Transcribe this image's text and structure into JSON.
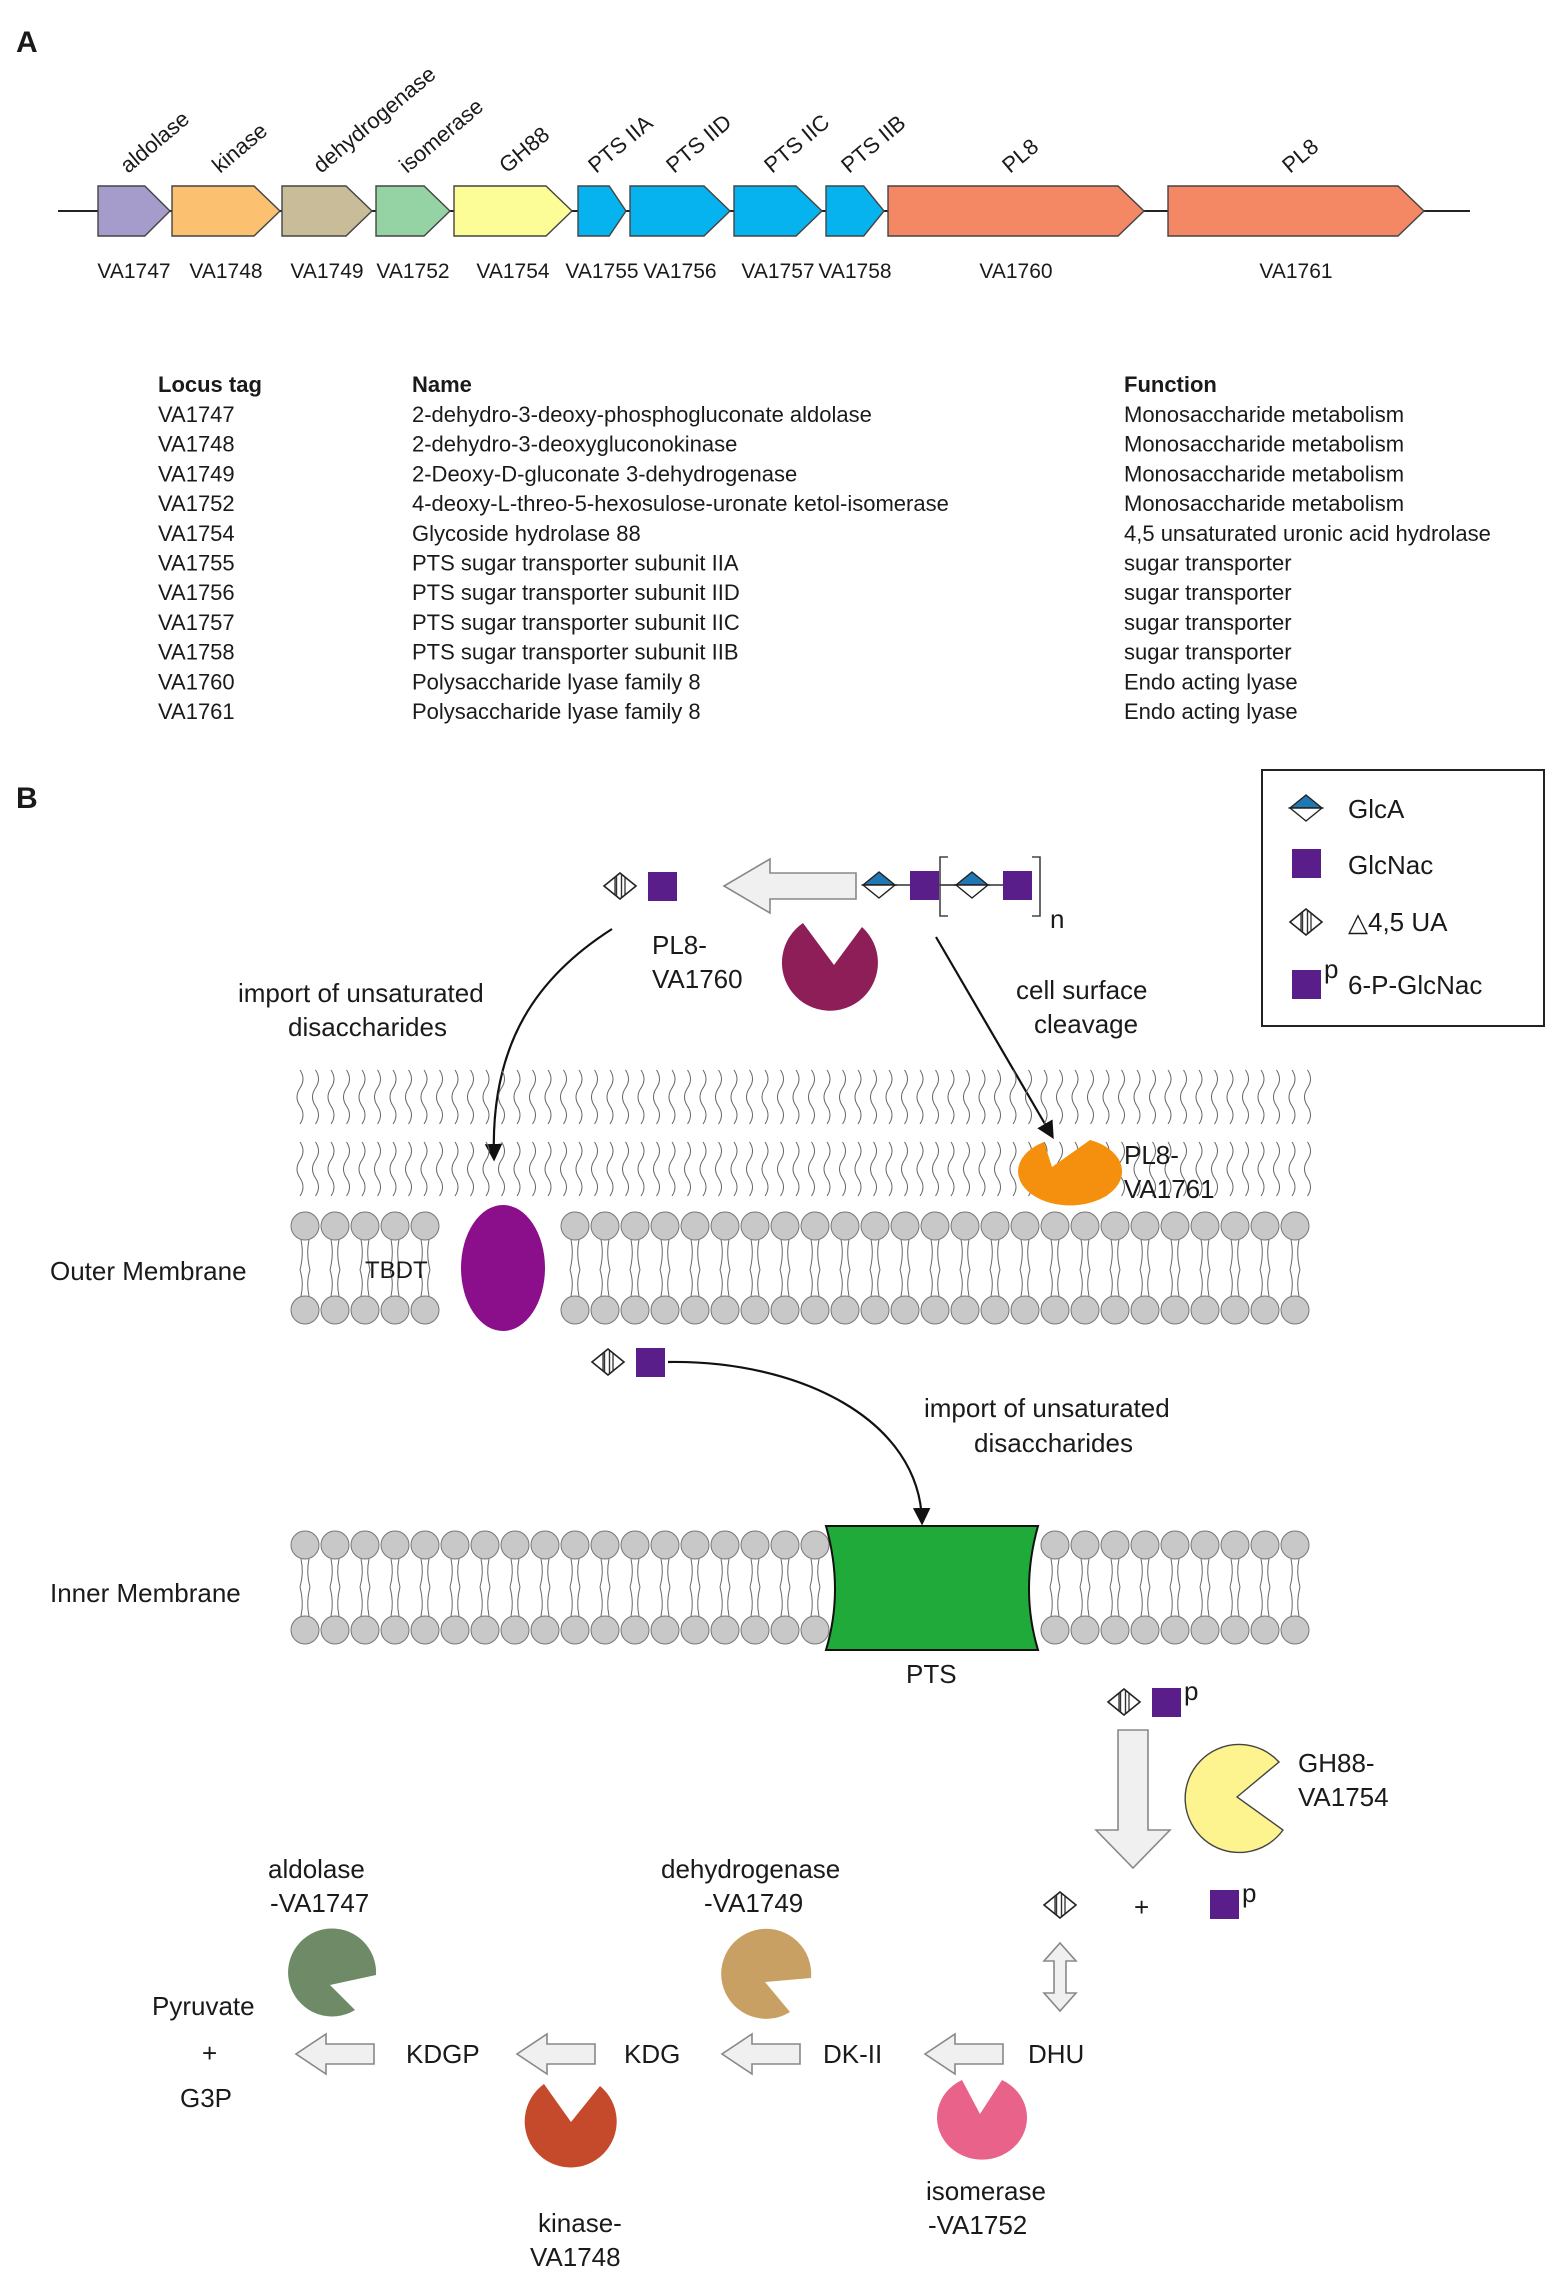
{
  "panel_a": {
    "letter": "A",
    "genes": [
      {
        "locus": "VA1747",
        "name": "aldolase",
        "color": "#a59ccb"
      },
      {
        "locus": "VA1748",
        "name": "kinase",
        "color": "#fcc071"
      },
      {
        "locus": "VA1749",
        "name": "dehydrogenase",
        "color": "#c9bc99"
      },
      {
        "locus": "VA1752",
        "name": "isomerase",
        "color": "#95d2a4"
      },
      {
        "locus": "VA1754",
        "name": "GH88",
        "color": "#fdfd98"
      },
      {
        "locus": "VA1755",
        "name": "PTS IIA",
        "color": "#07b3ee"
      },
      {
        "locus": "VA1756",
        "name": "PTS IID",
        "color": "#07b3ee"
      },
      {
        "locus": "VA1757",
        "name": "PTS IIC",
        "color": "#07b3ee"
      },
      {
        "locus": "VA1758",
        "name": "PTS IIB",
        "color": "#07b3ee"
      },
      {
        "locus": "VA1760",
        "name": "PL8",
        "color": "#f48865"
      },
      {
        "locus": "VA1761",
        "name": "PL8",
        "color": "#f48865"
      }
    ],
    "table": {
      "headers": [
        "Locus tag",
        "Name",
        "Function"
      ],
      "rows": [
        [
          "VA1747",
          "2-dehydro-3-deoxy-phosphogluconate aldolase",
          "Monosaccharide metabolism"
        ],
        [
          "VA1748",
          "2-dehydro-3-deoxygluconokinase",
          "Monosaccharide metabolism"
        ],
        [
          "VA1749",
          "2-Deoxy-D-gluconate 3-dehydrogenase",
          "Monosaccharide metabolism"
        ],
        [
          "VA1752",
          "4-deoxy-L-threo-5-hexosulose-uronate ketol-isomerase",
          "Monosaccharide metabolism"
        ],
        [
          "VA1754",
          "Glycoside hydrolase 88",
          "4,5 unsaturated uronic acid hydrolase"
        ],
        [
          "VA1755",
          "PTS sugar transporter subunit IIA",
          "sugar transporter"
        ],
        [
          "VA1756",
          "PTS sugar transporter subunit IID",
          "sugar transporter"
        ],
        [
          "VA1757",
          "PTS sugar transporter subunit IIC",
          "sugar transporter"
        ],
        [
          "VA1758",
          "PTS sugar transporter subunit IIB",
          "sugar transporter"
        ],
        [
          "VA1760",
          "Polysaccharide lyase family 8",
          "Endo acting lyase"
        ],
        [
          "VA1761",
          "Polysaccharide lyase family 8",
          "Endo acting lyase"
        ]
      ]
    }
  },
  "panel_b": {
    "letter": "B",
    "legend": {
      "glca": "GlcA",
      "glcnac": "GlcNac",
      "ua": "△4,5 UA",
      "p_sup": "p",
      "p_glcnac": "6-P-GlcNac"
    },
    "polymer_subscript": "n",
    "import_label_1": [
      "import of unsaturated",
      "disaccharides"
    ],
    "import_label_2": [
      "import of unsaturated",
      "disaccharides"
    ],
    "cell_surface_label": [
      "cell surface",
      "cleavage"
    ],
    "pl8_va1760": [
      "PL8-",
      "VA1760"
    ],
    "pl8_va1761": [
      "PL8-",
      "VA1761"
    ],
    "outer_membrane": "Outer Membrane",
    "inner_membrane": "Inner Membrane",
    "tbdt": "TBDT",
    "pts": "PTS",
    "gh88": [
      "GH88-",
      "VA1754"
    ],
    "plus": "+",
    "p_sup": "p",
    "pathway": {
      "dhu": "DHU",
      "dk2": "DK-II",
      "kdg": "KDG",
      "kdgp": "KDGP",
      "pyruvate": "Pyruvate",
      "plus": "+",
      "g3p": "G3P"
    },
    "enzymes": {
      "aldolase": [
        "aldolase",
        "-VA1747"
      ],
      "dehydrogenase": [
        "dehydrogenase",
        "-VA1749"
      ],
      "kinase": [
        "kinase-",
        "VA1748"
      ],
      "isomerase": [
        "isomerase",
        "-VA1752"
      ]
    },
    "colors": {
      "glca": "#1f77b4",
      "glcnac": "#5a1e8a",
      "pl8_va1760": "#8e1e58",
      "pl8_va1761": "#f4900e",
      "tbdt": "#8b0e8b",
      "pts": "#1faa3a",
      "gh88": "#fdf38f",
      "aldolase": "#6e8a67",
      "dehydrogenase": "#c9a064",
      "kinase": "#c54a2c",
      "isomerase": "#e8628a",
      "lipid": "#c8c8c8"
    }
  }
}
